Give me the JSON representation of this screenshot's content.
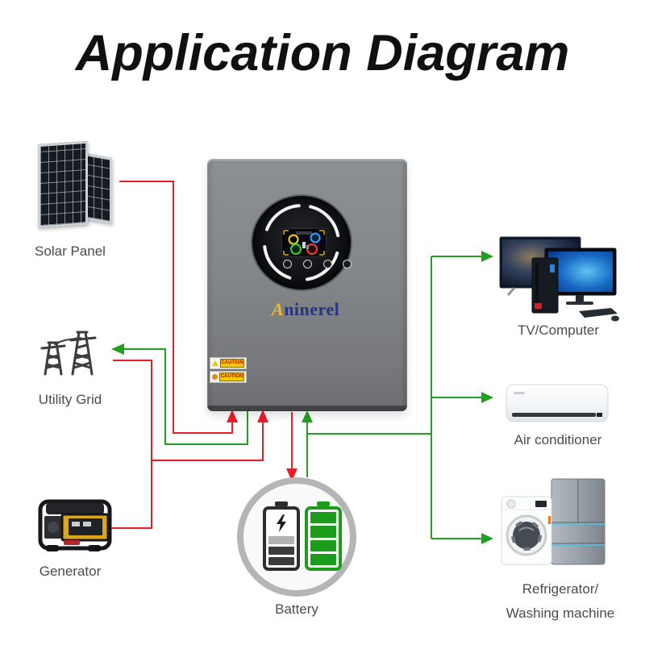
{
  "title": "Application Diagram",
  "labels": {
    "solar_panel": "Solar Panel",
    "utility_grid": "Utility Grid",
    "generator": "Generator",
    "battery": "Battery",
    "tv_computer": "TV/Computer",
    "air_conditioner": "Air conditioner",
    "refrigerator_line1": "Refrigerator/",
    "refrigerator_line2": "Washing machine"
  },
  "inverter": {
    "brand_accent": "A",
    "brand_rest": "ninerel",
    "caution1": "CAUTION",
    "caution2": "CAUTION"
  },
  "colors": {
    "line_red": "#ed1c24",
    "line_green": "#21a121",
    "battery_green": "#1d9b1d",
    "brand_accent": "#eebc1d",
    "brand_navy": "#25357f"
  }
}
